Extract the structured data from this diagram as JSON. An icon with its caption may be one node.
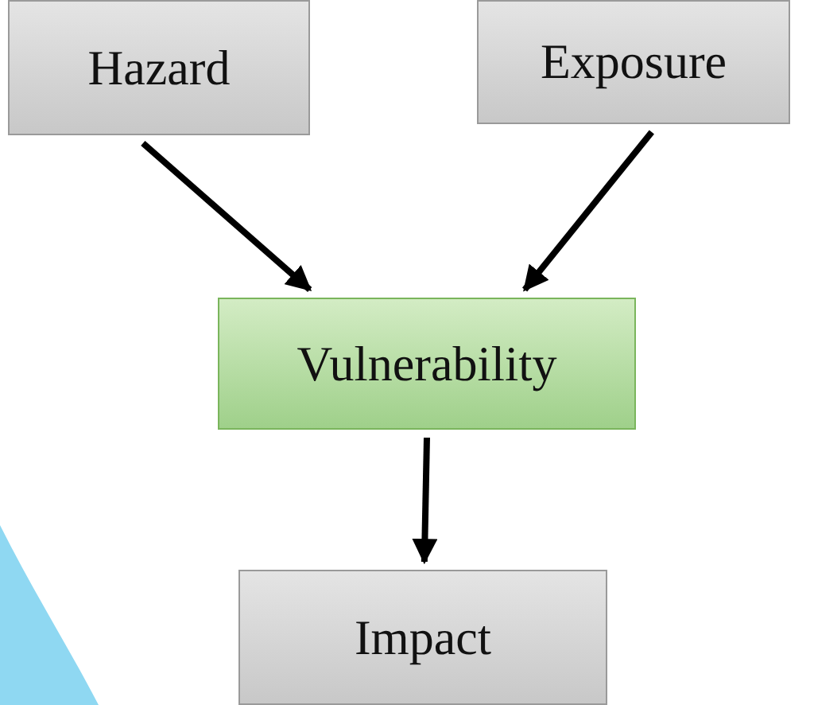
{
  "diagram": {
    "nodes": [
      {
        "text": [
          "Hazard"
        ]
      },
      {
        "text": [
          "Exposure"
        ]
      },
      {
        "text": [
          "Vulnerability"
        ]
      },
      {
        "text": [
          "Impact"
        ]
      }
    ],
    "edges": [
      {
        "from": 0,
        "to": 2,
        "arrow": "to"
      },
      {
        "from": 1,
        "to": 2,
        "arrow": "to"
      },
      {
        "from": 2,
        "to": 3,
        "arrow": "to"
      }
    ]
  }
}
